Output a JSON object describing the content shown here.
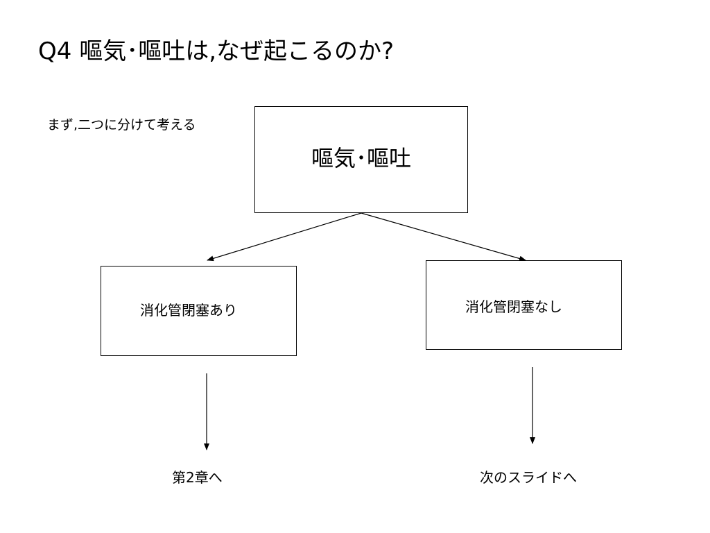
{
  "title": "Q4 嘔気･嘔吐は,なぜ起こるのか?",
  "note": "まず,二つに分けて考える",
  "diagram": {
    "root": {
      "label": "嘔気･嘔吐"
    },
    "branches": [
      {
        "label": "消化管閉塞あり",
        "outcome": "第2章へ"
      },
      {
        "label": "消化管閉塞なし",
        "outcome": "次のスライドへ"
      }
    ]
  }
}
